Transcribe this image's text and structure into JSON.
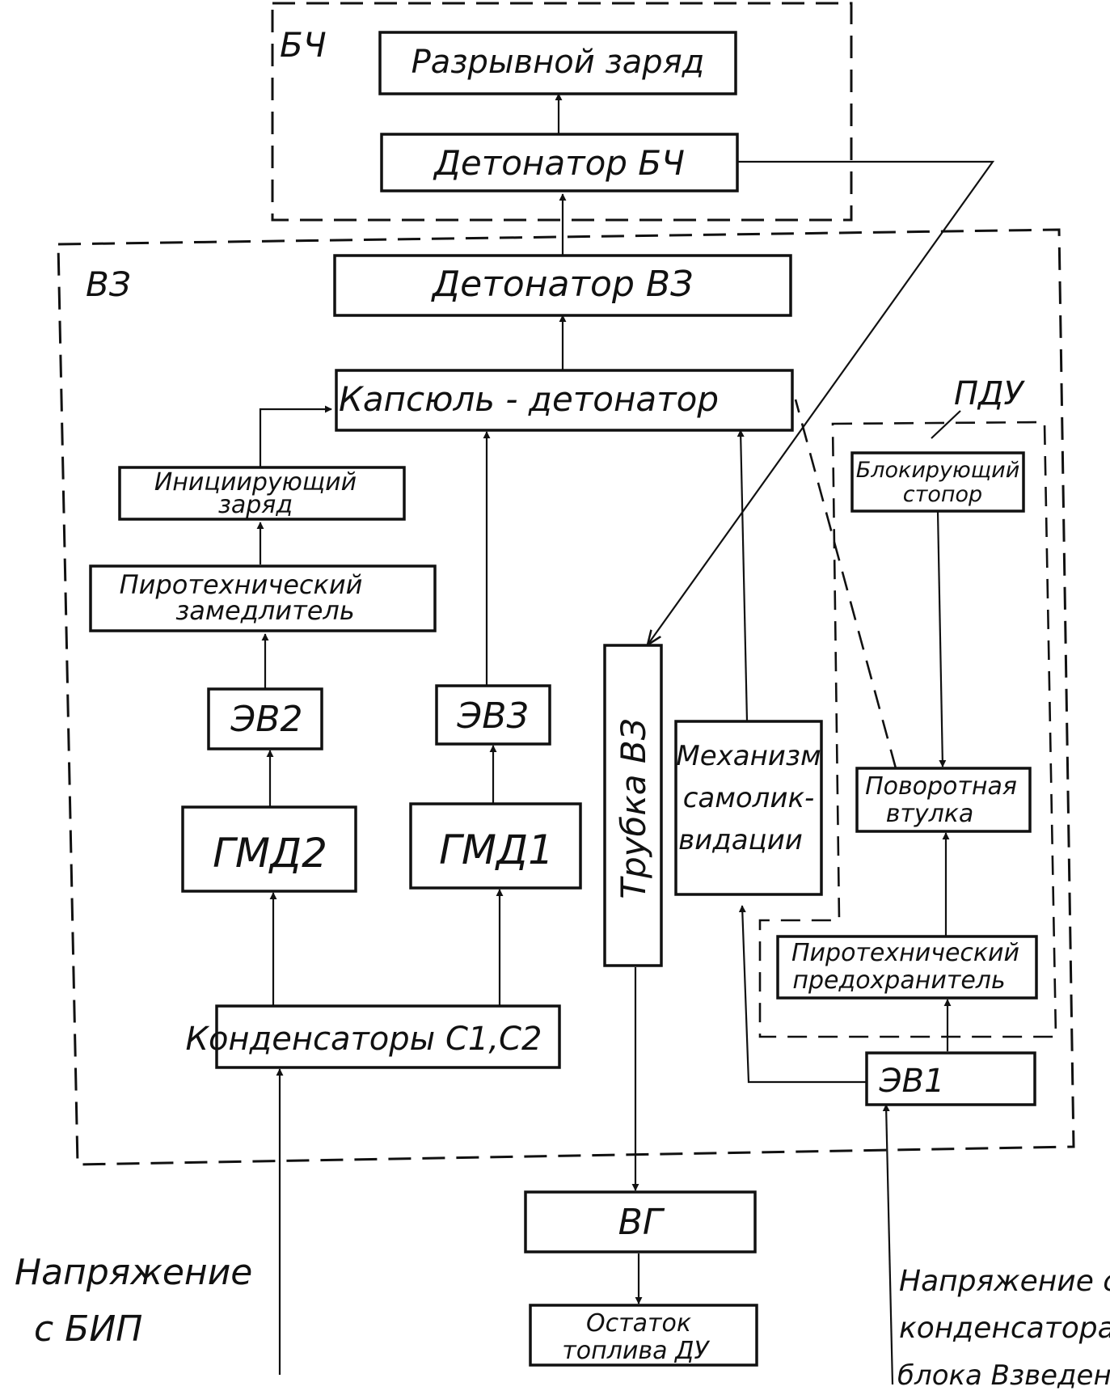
{
  "regions": {
    "bch": "БЧ",
    "vz": "ВЗ",
    "pdu": "ПДУ"
  },
  "blocks": {
    "razryvnoy": "Разрывной заряд",
    "detonator_bch": "Детонатор БЧ",
    "detonator_vz": "Детонатор ВЗ",
    "kapsyul": "Капсюль - детонатор",
    "initsiir": [
      "Инициирующий",
      "заряд"
    ],
    "zamedlitel": [
      "Пиротехнический",
      "замедлитель"
    ],
    "ev2": "ЭВ2",
    "ev3": "ЭВ3",
    "gmd2": "ГМД2",
    "gmd1": "ГМД1",
    "trubka": "Трубка ВЗ",
    "mekhanizm": [
      "Механизм",
      "самолик-",
      "видации"
    ],
    "blokir": [
      "Блокирующий",
      "стопор"
    ],
    "povorot": [
      "Поворотная",
      "втулка"
    ],
    "predokhr": [
      "Пиротехнический",
      "предохранитель"
    ],
    "kondens": "Конденсаторы С1,С2",
    "ev1": "ЭВ1",
    "vg": "ВГ",
    "ostatok": [
      "Остаток",
      "топлива ДУ"
    ]
  },
  "inputs": {
    "bip": [
      "Напряжение",
      "с БИП"
    ],
    "blok": [
      "Напряжение с",
      "конденсатора",
      "блока Взведения"
    ]
  }
}
